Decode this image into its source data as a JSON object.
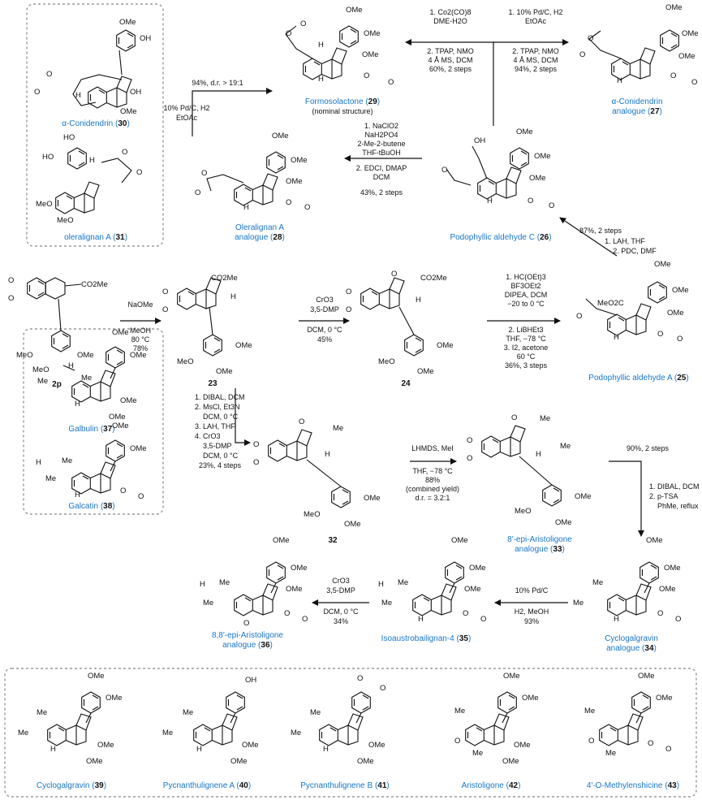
{
  "compounds": {
    "c30": {
      "name": "α-Conidendrin",
      "num": "30",
      "atoms": [
        "OMe",
        "OH",
        "OH",
        "OMe",
        "O",
        "O",
        "H"
      ]
    },
    "c31": {
      "name": "oleralignan A",
      "num": "31",
      "atoms": [
        "HO",
        "HO",
        "MeO",
        "MeO",
        "O",
        "O",
        "H"
      ]
    },
    "c29": {
      "name": "Formosolactone",
      "num": "29",
      "note": "(nominal structure)",
      "atoms": [
        "OMe",
        "OMe",
        "OMe",
        "O",
        "O",
        "H",
        "H",
        "O",
        "O"
      ]
    },
    "c27": {
      "name": "α-Conidendrin",
      "num": "27",
      "suffix": "analogue",
      "atoms": [
        "OMe",
        "OMe",
        "OMe",
        "O",
        "O",
        "H",
        "O",
        "O"
      ]
    },
    "c28": {
      "name": "Oleralignan A",
      "num": "28",
      "suffix": "analogue",
      "atoms": [
        "OMe",
        "OMe",
        "OMe",
        "O",
        "O",
        "H",
        "O",
        "O"
      ]
    },
    "c26": {
      "name": "Podophyllic aldehyde C",
      "num": "26",
      "atoms": [
        "OMe",
        "OMe",
        "OMe",
        "OH",
        "O",
        "H",
        "O",
        "O"
      ]
    },
    "c2p": {
      "num": "2p",
      "atoms": [
        "O",
        "O",
        "CO2Me",
        "MeO",
        "OMe",
        "MeO"
      ]
    },
    "c23": {
      "num": "23",
      "atoms": [
        "CO2Me",
        "H",
        "O",
        "O",
        "MeO",
        "OMe",
        "OMe"
      ]
    },
    "c24": {
      "num": "24",
      "atoms": [
        "O",
        "CO2Me",
        "H",
        "O",
        "O",
        "MeO",
        "OMe",
        "OMe"
      ]
    },
    "c25": {
      "name": "Podophyllic aldehyde A",
      "num": "25",
      "atoms": [
        "OMe",
        "OMe",
        "OMe",
        "MeO2C",
        "O",
        "H",
        "O",
        "O"
      ]
    },
    "c32": {
      "num": "32",
      "atoms": [
        "O",
        "Me",
        "H",
        "O",
        "O",
        "MeO",
        "OMe",
        "OMe"
      ]
    },
    "c33": {
      "name": "8′-epi-Aristoligone",
      "num": "33",
      "suffix": "analogue",
      "atoms": [
        "O",
        "Me",
        "Me",
        "H",
        "O",
        "O",
        "MeO",
        "OMe",
        "OMe"
      ]
    },
    "c37": {
      "name": "Galbulin",
      "num": "37",
      "atoms": [
        "OMe",
        "OMe",
        "H",
        "Me",
        "Me",
        "H",
        "OMe",
        "OMe"
      ]
    },
    "c38": {
      "name": "Galcatin",
      "num": "38",
      "atoms": [
        "OMe",
        "OMe",
        "H",
        "Me",
        "Me",
        "H",
        "O",
        "O"
      ]
    },
    "c36": {
      "name": "8,8′-epi-Aristoligone",
      "num": "36",
      "suffix": "analogue",
      "atoms": [
        "OMe",
        "OMe",
        "OMe",
        "H",
        "Me",
        "Me",
        "O",
        "O",
        "O"
      ]
    },
    "c35": {
      "name": "Isoaustrobailignan-4",
      "num": "35",
      "atoms": [
        "OMe",
        "OMe",
        "OMe",
        "H",
        "Me",
        "Me",
        "H",
        "O",
        "O"
      ]
    },
    "c34": {
      "name": "Cyclogalgravin",
      "num": "34",
      "suffix": "analogue",
      "atoms": [
        "OMe",
        "OMe",
        "OMe",
        "Me",
        "Me",
        "H",
        "O",
        "O"
      ]
    },
    "c39": {
      "name": "Cyclogalgravin",
      "num": "39",
      "atoms": [
        "OMe",
        "OMe",
        "Me",
        "Me",
        "H",
        "OMe",
        "OMe"
      ]
    },
    "c40": {
      "name": "Pycnanthulignene A",
      "num": "40",
      "atoms": [
        "OH",
        "Me",
        "Me",
        "H",
        "OMe",
        "OMe"
      ]
    },
    "c41": {
      "name": "Pycnanthulignene B",
      "num": "41",
      "atoms": [
        "O",
        "O",
        "Me",
        "Me",
        "H",
        "OMe",
        "OMe"
      ]
    },
    "c42": {
      "name": "Aristoligone",
      "num": "42",
      "atoms": [
        "OMe",
        "OMe",
        "Me",
        "Me",
        "O",
        "OMe",
        "OMe"
      ]
    },
    "c43": {
      "name": "4′-O-Methylenshicine",
      "num": "43",
      "atoms": [
        "OMe",
        "OMe",
        "Me",
        "Me",
        "O",
        "O",
        "O"
      ]
    }
  },
  "reactions": {
    "r1": {
      "lines": [
        "NaOMe",
        "MeOH",
        "80 °C",
        "78%"
      ]
    },
    "r2": {
      "lines": [
        "CrO3",
        "3,5-DMP",
        "DCM, 0 °C",
        "45%"
      ]
    },
    "r3": {
      "lines": [
        "1. HC(OEt)3",
        "BF3OEt2",
        "DIPEA, DCM",
        "−20 to 0 °C",
        "2. LiBHEt3",
        "THF, −78 °C",
        "3. I2, acetone",
        "60 °C",
        "36%, 3 steps"
      ]
    },
    "r4": {
      "lines": [
        "87%, 2 steps",
        "1. LAH, THF",
        "2. PDC, DMF"
      ]
    },
    "r5": {
      "lines": [
        "1. NaClO2",
        "NaH2PO4",
        "2-Me-2-butene",
        "THF-tBuOH",
        "2. EDCI, DMAP",
        "DCM",
        "43%, 2 steps"
      ]
    },
    "r6": {
      "lines": [
        "1. Co2(CO)8",
        "DME-H2O",
        "2. TPAP, NMO",
        "4 Å MS, DCM",
        "60%, 2 steps"
      ]
    },
    "r7": {
      "lines": [
        "1. 10% Pd/C, H2",
        "EtOAc",
        "2. TPAP, NMO",
        "4 Å MS, DCM",
        "94%, 2 steps"
      ]
    },
    "r8": {
      "lines": [
        "94%, d.r. > 19:1",
        "10% Pd/C, H2",
        "EtOAc"
      ]
    },
    "r9": {
      "lines": [
        "1. DIBAL, DCM",
        "2. MsCl, Et3N",
        "DCM, 0 °C",
        "3. LAH, THF",
        "4. CrO3",
        "3,5-DMP",
        "DCM, 0 °C",
        "23%, 4 steps"
      ]
    },
    "r10": {
      "lines": [
        "LHMDS, MeI",
        "THF, −78 °C",
        "88%",
        "(combined yield)",
        "d.r. = 3.2:1"
      ]
    },
    "r11": {
      "lines": [
        "90%, 2 steps",
        "1. DIBAL, DCM",
        "2. p-TSA",
        "PhMe, reflux"
      ]
    },
    "r12": {
      "lines": [
        "10% Pd/C",
        "H2, MeOH",
        "93%"
      ]
    },
    "r13": {
      "lines": [
        "CrO3",
        "3,5-DMP",
        "DCM, 0 °C",
        "34%"
      ]
    }
  }
}
